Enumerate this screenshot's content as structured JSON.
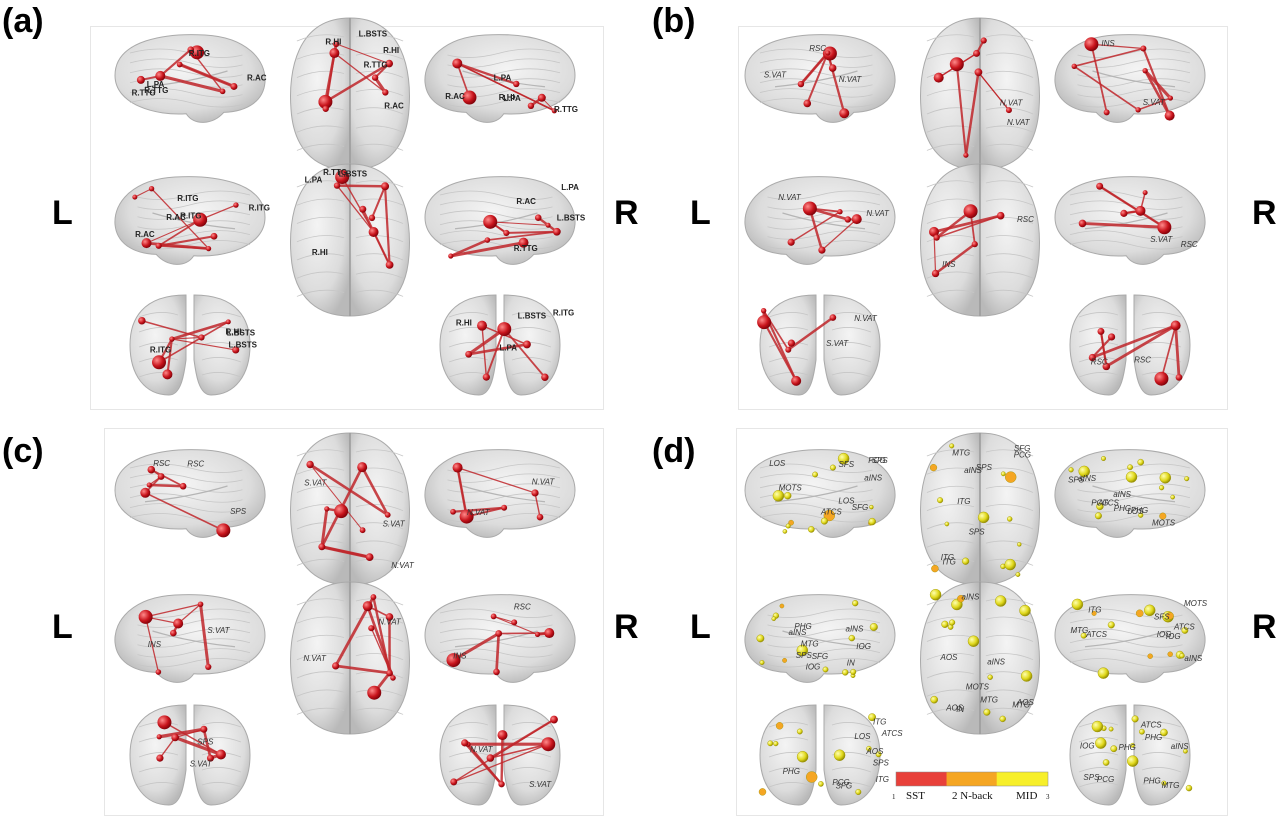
{
  "panels": {
    "a": {
      "label": "(a)",
      "left": "L",
      "right": "R"
    },
    "b": {
      "label": "(b)",
      "left": "L",
      "right": "R"
    },
    "c": {
      "label": "(c)",
      "left": "L",
      "right": "R"
    },
    "d": {
      "label": "(d)",
      "left": "L",
      "right": "R"
    }
  },
  "regions": {
    "a": [
      "L.PA",
      "L.BSTS",
      "L.PA",
      "R.AC",
      "R.HI",
      "R.TTG",
      "R.ITG",
      "L.BSTS",
      "R.TTG",
      "R.AC",
      "R.HI",
      "R.ITG",
      "L.BSTS",
      "L.PA",
      "L.BSTS",
      "R.HI",
      "R.ITG",
      "R.TTG",
      "L.PA",
      "R.AC",
      "R.TTG",
      "R.AC",
      "R.HI",
      "R.ITG",
      "R.TTG",
      "R.HI",
      "R.AC",
      "R.ITG",
      "L.PA",
      "L.BSTS",
      "L.BSTS",
      "L.PA",
      "R.AC",
      "R.HI",
      "R.TTG",
      "R.ITG"
    ],
    "b": [
      "RSC",
      "N.VAT",
      "S.VAT",
      "N.VAT",
      "INS",
      "RSC",
      "S.VAT",
      "RSC",
      "N.VAT",
      "N.VAT",
      "INS",
      "N.VAT",
      "RSC",
      "S.VAT",
      "N.VAT",
      "RSC",
      "S.VAT"
    ],
    "c": [
      "SPS",
      "S.VAT",
      "N.VAT",
      "S.VAT",
      "N.VAT",
      "INS",
      "SPS",
      "S.VAT",
      "RSC",
      "N.VAT",
      "N.VAT",
      "INS",
      "N.VAT",
      "RSC",
      "S.VAT",
      "N.VAT",
      "RSC",
      "S.VAT"
    ],
    "d": [
      "SPS",
      "aINS",
      "LOS",
      "MTG",
      "MOTS",
      "IOG",
      "AOS",
      "ATCS",
      "LOS",
      "SFG",
      "aINS",
      "IN",
      "aINS",
      "MTG",
      "ATCS",
      "PHG",
      "PCG",
      "ITG",
      "MOTS",
      "SPS",
      "AOS",
      "IOG",
      "PCG",
      "SPS",
      "aINS",
      "ITG",
      "PHG",
      "SFG",
      "AOS",
      "aINS",
      "LOS",
      "IOG",
      "MOTS",
      "MTG",
      "ATCS",
      "IOG",
      "AOS",
      "MOTS",
      "SPS",
      "MTG",
      "ATCS",
      "ITG",
      "PHG",
      "PHG",
      "aINS",
      "SFS",
      "SFG",
      "aINS",
      "LOS",
      "PCG",
      "SPS",
      "aINS",
      "IN",
      "ITG",
      "PHG",
      "PCG",
      "SFS",
      "SPS",
      "aINS",
      "IOG",
      "MTG",
      "ATCS",
      "ITG",
      "PHG",
      "SFG",
      "SPS",
      "PCG",
      "aINS",
      "MTG",
      "ATCS",
      "ITG",
      "PHG"
    ]
  },
  "colorbar": {
    "labels": [
      "SST",
      "2 N-back",
      "MID"
    ],
    "ticks": [
      "1",
      "3"
    ],
    "colors": [
      "#e8403a",
      "#f5a623",
      "#f7ef2a"
    ]
  },
  "colors": {
    "edge": "#c0262a",
    "node": "#c8141c",
    "node_yellow": "#e8e020",
    "brain": "#d6d6d6"
  }
}
